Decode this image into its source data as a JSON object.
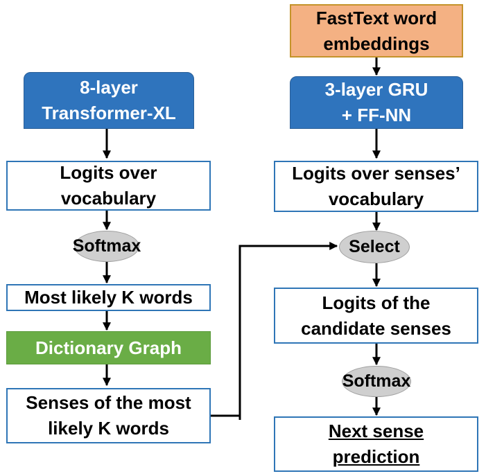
{
  "nodes": {
    "transformer": {
      "line1": "8-layer",
      "line2": "Transformer-XL"
    },
    "logits_vocab": {
      "line1": "Logits over",
      "line2": "vocabulary"
    },
    "softmax_left": {
      "label": "Softmax"
    },
    "top_k": {
      "label": "Most likely K words"
    },
    "dictionary_graph": {
      "label": "Dictionary Graph"
    },
    "senses_k": {
      "line1": "Senses of the most",
      "line2": "likely K words"
    },
    "fasttext": {
      "line1": "FastText word",
      "line2": "embeddings"
    },
    "gru": {
      "line1": "3-layer GRU",
      "line2": "+ FF-NN"
    },
    "logits_senses": {
      "line1": "Logits over senses’",
      "line2": "vocabulary"
    },
    "select": {
      "label": "Select"
    },
    "logits_candidates": {
      "line1": "Logits of the",
      "line2": "candidate senses"
    },
    "softmax_right": {
      "label": "Softmax"
    },
    "next_sense": {
      "line1": "Next sense",
      "line2": "prediction"
    }
  },
  "colors": {
    "blue_fill": "#2f74bd",
    "green_fill": "#6aad46",
    "orange_fill": "#f4b183",
    "box_border": "#2e75b6",
    "oval_fill": "#cfcfcf",
    "arrow": "#000000"
  }
}
